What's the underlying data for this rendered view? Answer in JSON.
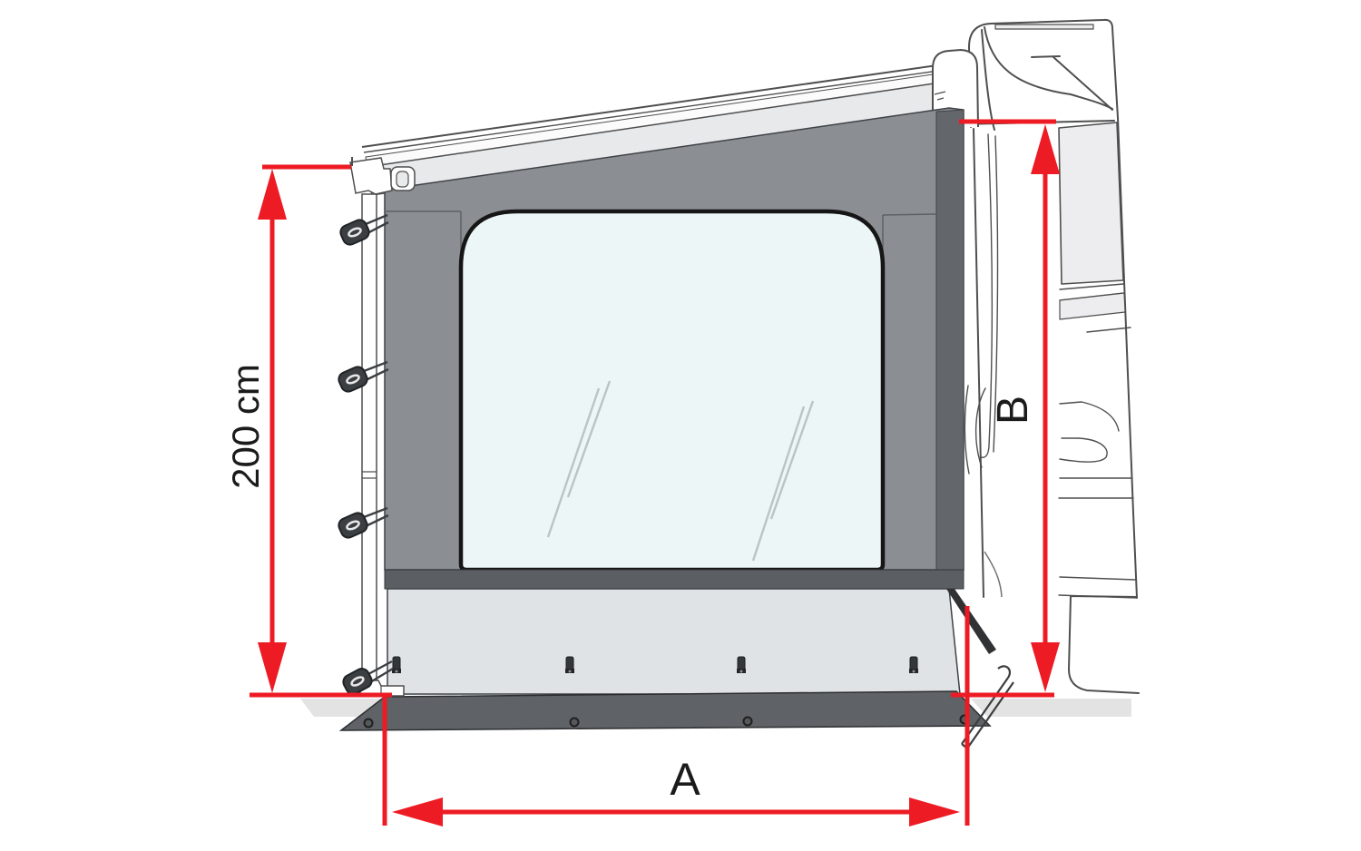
{
  "labels": {
    "left_dimension": "200 cm",
    "bottom_dimension": "A",
    "right_dimension": "B"
  },
  "colors": {
    "dimension_red": "#ed1b24",
    "label_black": "#1b1b1b",
    "panel_gray": "#8b8e93",
    "panel_right_strip_gray": "#63666a",
    "band_dark_gray": "#5b5e62",
    "skirt_gray": "#e0e3e5",
    "base_strip_gray": "#5f6266",
    "window_tint": "#ecf6f7",
    "window_border": "#161616",
    "awning_case_gray": "#e7e9eb",
    "line_art_gray": "#4f4f4f",
    "ground_shadow_gray": "#e3e3e3",
    "hook_dark": "#3c3f42"
  },
  "icons": {
    "fabric_hooks": "tension-hook-icon",
    "skirt_fasteners": "toggle-peg-icon",
    "ground_stake": "ground-peg-icon"
  }
}
